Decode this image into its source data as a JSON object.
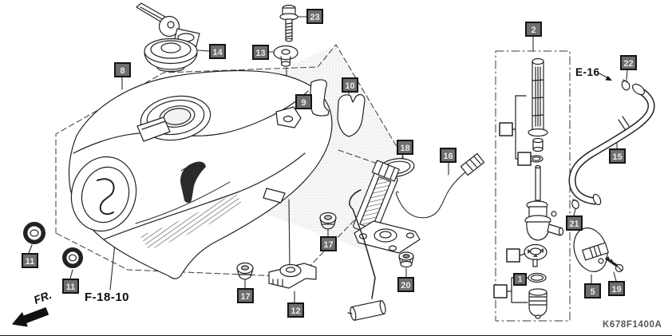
{
  "diagram": {
    "code": "K678F1400A",
    "front_marker": "FR.",
    "refs": {
      "tank_page_ref": "F-18-10",
      "clip_page_ref": "E-16"
    }
  },
  "callouts": [
    {
      "num": "23"
    },
    {
      "num": "14"
    },
    {
      "num": "13"
    },
    {
      "num": "8"
    },
    {
      "num": "9"
    },
    {
      "num": "10"
    },
    {
      "num": "2"
    },
    {
      "num": "22"
    },
    {
      "num": "15"
    },
    {
      "num": "16"
    },
    {
      "num": "18"
    },
    {
      "num": "17"
    },
    {
      "num": "17"
    },
    {
      "num": "11"
    },
    {
      "num": "11"
    },
    {
      "num": "12"
    },
    {
      "num": "20"
    },
    {
      "num": "1"
    },
    {
      "num": "5"
    },
    {
      "num": "19"
    },
    {
      "num": "21"
    }
  ],
  "colors": {
    "callout-bg": "#6d6e70",
    "callout-text": "#ececec",
    "line": "#222222",
    "code-text": "#55565a"
  }
}
